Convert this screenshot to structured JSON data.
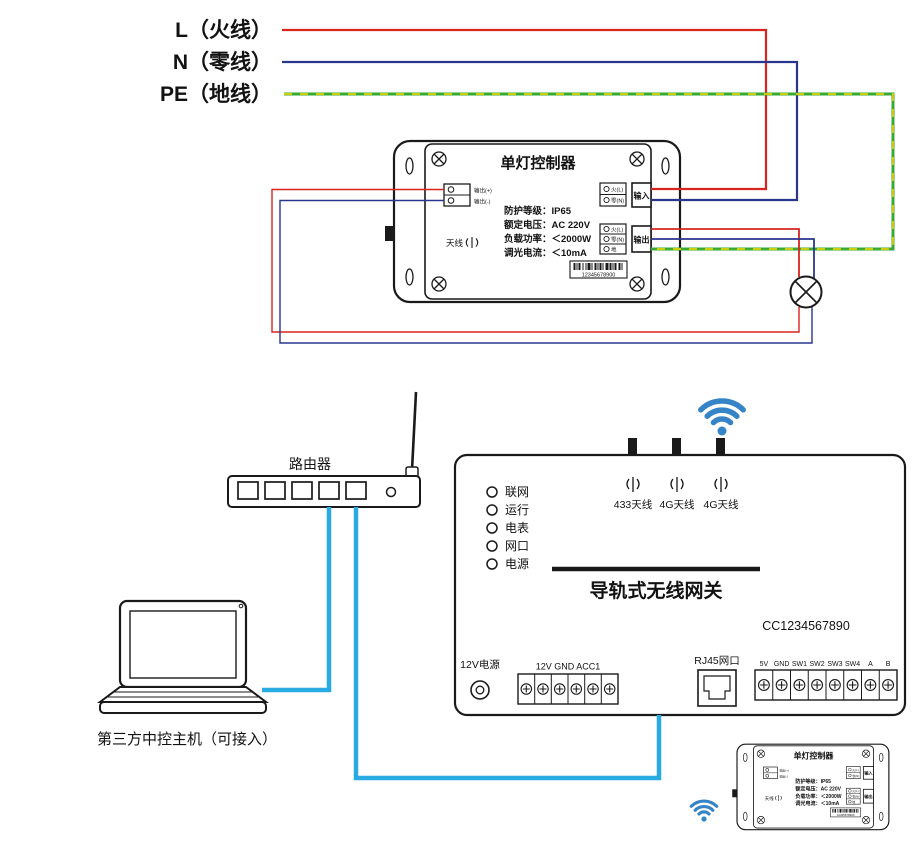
{
  "colors": {
    "live_red": "#d8251d",
    "neutral_blue": "#28368e",
    "earth_green": "#3aa935",
    "earth_yellow": "#ffd900",
    "cable_blue": "#29abe2",
    "wifi_blue": "#3584c7"
  },
  "power_lines": {
    "l": "L（火线）",
    "n": "N（零线）",
    "pe": "PE（地线）"
  },
  "controller": {
    "title": "单灯控制器",
    "specs": [
      "防护等级：IP65",
      "额定电压：AC 220V",
      "负载功率：＜2000W",
      "调光电流：＜10mA"
    ],
    "antenna_label": "天线",
    "input_tag": "输入",
    "output_tag": "输出",
    "input_terminals": [
      "火(L)",
      "零(N)"
    ],
    "output_terminals": [
      "火(L)",
      "零(N)",
      "地"
    ],
    "dim_terminals": [
      "输出(+)",
      "输出(-)"
    ],
    "barcode": "12345678900"
  },
  "router": {
    "label": "路由器"
  },
  "gateway": {
    "title": "导轨式无线网关",
    "code": "CC1234567890",
    "indicators": [
      "联网",
      "运行",
      "电表",
      "网口",
      "电源"
    ],
    "antenna_labels": [
      "433天线",
      "4G天线",
      "4G天线"
    ],
    "power_label": "12V电源",
    "block1_label": "12V GND ACC1",
    "rj45_label": "RJ45网口",
    "block2_labels": [
      "5V",
      "GND",
      "SW1",
      "SW2",
      "SW3",
      "SW4",
      "A",
      "B"
    ]
  },
  "laptop": {
    "label": "第三方中控主机（可接入）"
  }
}
